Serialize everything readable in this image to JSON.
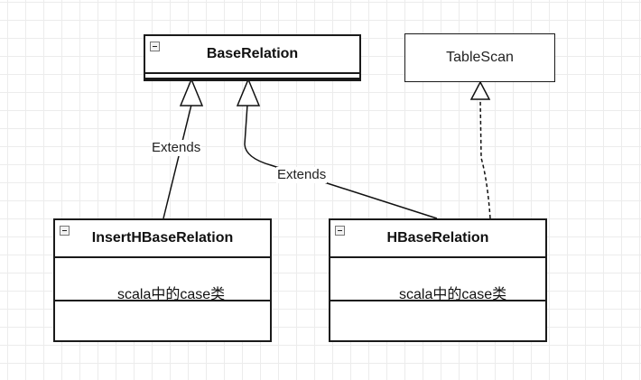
{
  "classes": {
    "base_relation": {
      "name": "BaseRelation"
    },
    "table_scan": {
      "name": "TableScan"
    },
    "insert_hbase_relation": {
      "name": "InsertHBaseRelation",
      "attribute": "scala中的case类"
    },
    "hbase_relation": {
      "name": "HBaseRelation",
      "attribute": "scala中的case类"
    }
  },
  "edges": {
    "insert_extends": {
      "label": "Extends"
    },
    "hbase_extends": {
      "label": "Extends"
    }
  }
}
